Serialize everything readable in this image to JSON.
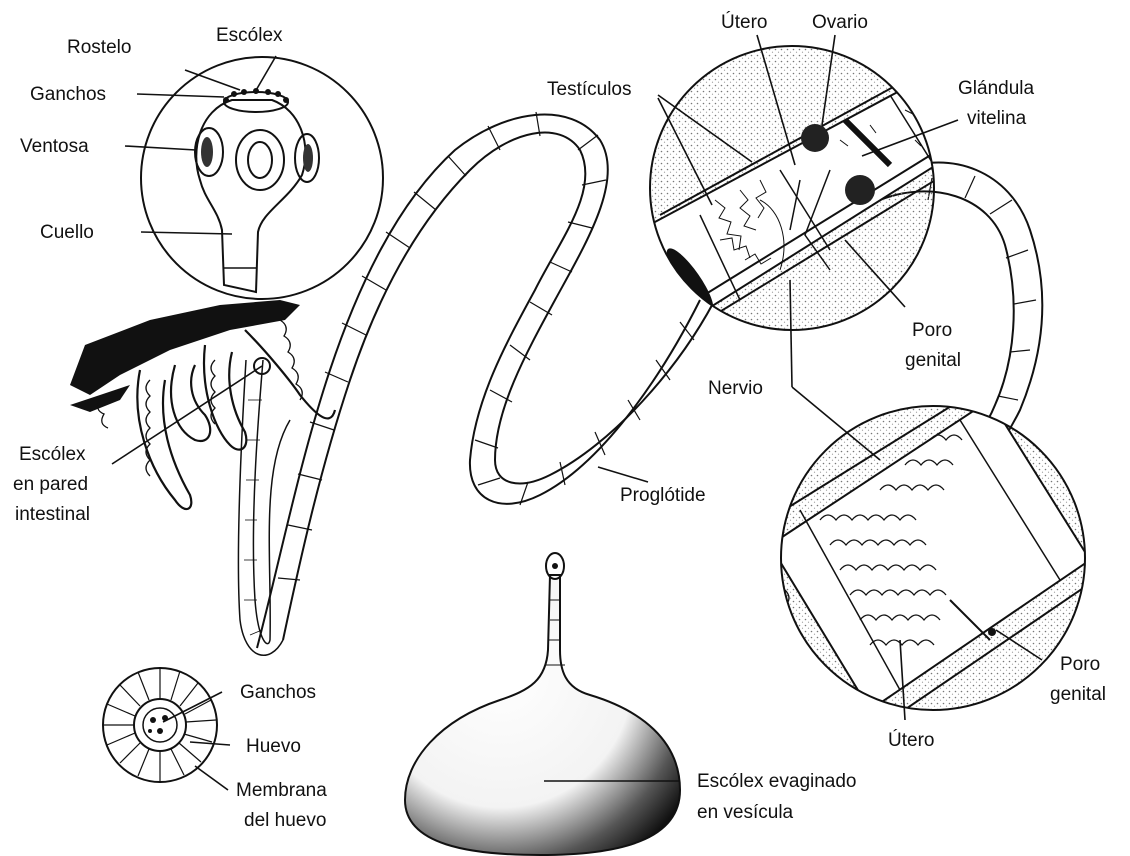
{
  "labels": {
    "rostelo": "Rostelo",
    "escolex": "Escólex",
    "ganchos_top": "Ganchos",
    "ventosa": "Ventosa",
    "cuello": "Cuello",
    "escolex_pared_1": "Escólex",
    "escolex_pared_2": "en pared",
    "escolex_pared_3": "intestinal",
    "ganchos_egg": "Ganchos",
    "huevo": "Huevo",
    "membrana_1": "Membrana",
    "membrana_2": "del huevo",
    "utero_top": "Útero",
    "ovario": "Ovario",
    "testiculos": "Testículos",
    "glandula_1": "Glándula",
    "glandula_2": "vitelina",
    "poro_top_1": "Poro",
    "poro_top_2": "genital",
    "nervio": "Nervio",
    "proglotide": "Proglótide",
    "poro_bottom_1": "Poro",
    "poro_bottom_2": "genital",
    "utero_bottom": "Útero",
    "vesicula_1": "Escólex evaginado",
    "vesicula_2": "en vesícula"
  },
  "colors": {
    "ink": "#111111",
    "stipple": "#bdbdbd",
    "paper": "#ffffff"
  }
}
